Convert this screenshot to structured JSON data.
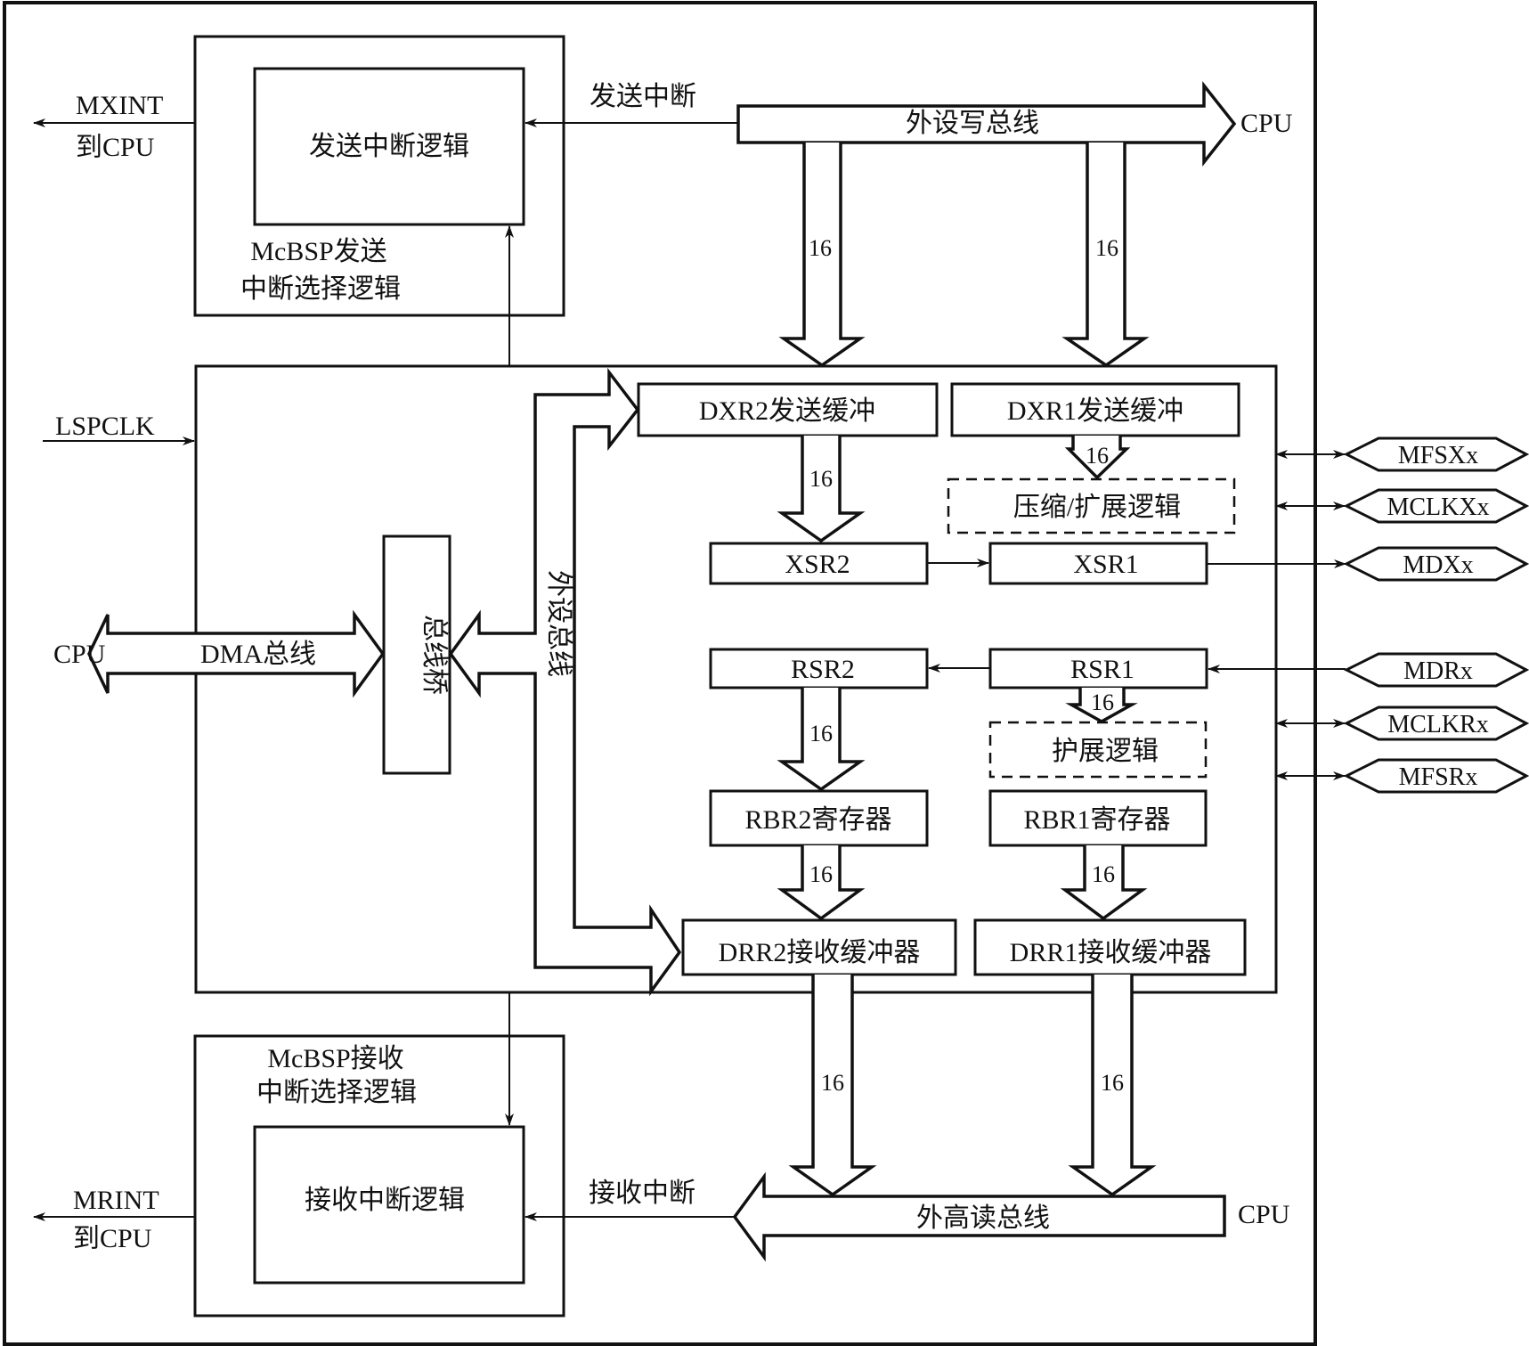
{
  "diagram": {
    "title": "McBSP block diagram",
    "colors": {
      "line": "#111111",
      "background": "#ffffff"
    },
    "transmit_interrupt": {
      "outer_label_line1": "McBSP发送",
      "outer_label_line2": "中断选择逻辑",
      "inner_label": "发送中断逻辑",
      "input_label": "发送中断",
      "output_signal": "MXINT",
      "output_target": "到CPU"
    },
    "receive_interrupt": {
      "outer_label_line1": "McBSP接收",
      "outer_label_line2": "中断选择逻辑",
      "inner_label": "接收中断逻辑",
      "input_label": "接收中断",
      "output_signal": "MRINT",
      "output_target": "到CPU"
    },
    "buses": {
      "write_bus": {
        "label": "外设写总线",
        "target": "CPU"
      },
      "read_bus": {
        "label": "外高读总线",
        "source": "CPU"
      },
      "dma_bus": {
        "label": "DMA总线",
        "target": "CPU"
      },
      "peripheral_bus": {
        "label": "外设总线"
      },
      "bus_bridge": {
        "label": "总线桥"
      },
      "width_label": "16"
    },
    "clock_input": "LSPCLK",
    "registers": {
      "dxr2": "DXR2发送缓冲",
      "dxr1": "DXR1发送缓冲",
      "compand": "压缩/扩展逻辑",
      "xsr2": "XSR2",
      "xsr1": "XSR1",
      "rsr2": "RSR2",
      "rsr1": "RSR1",
      "expand": "护展逻辑",
      "rbr2": "RBR2寄存器",
      "rbr1": "RBR1寄存器",
      "drr2": "DRR2接收缓冲器",
      "drr1": "DRR1接收缓冲器"
    },
    "pins": [
      "MFSXx",
      "MCLKXx",
      "MDXx",
      "MDRx",
      "MCLKRx",
      "MFSRx"
    ]
  }
}
